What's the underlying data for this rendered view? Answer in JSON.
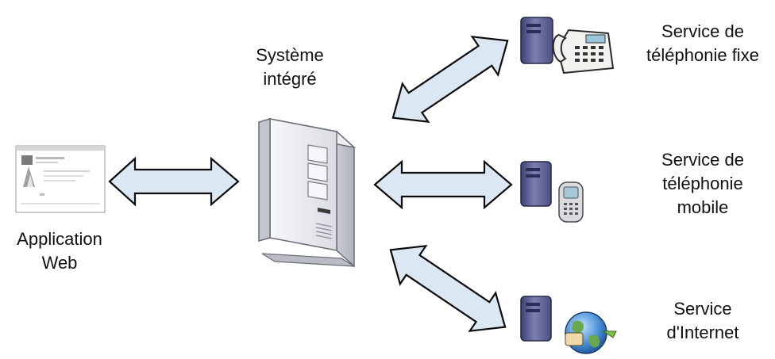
{
  "central_system": {
    "line1": "Système",
    "line2": "intégré"
  },
  "web_app": {
    "line1": "Application",
    "line2": "Web"
  },
  "services": {
    "fixed": {
      "line1": "Service de",
      "line2": "téléphonie fixe"
    },
    "mobile": {
      "line1": "Service de",
      "line2": "téléphonie",
      "line3": "mobile"
    },
    "internet": {
      "line1": "Service",
      "line2": "d'Internet"
    }
  },
  "colors": {
    "arrow_fill": "#dbe7f3",
    "arrow_stroke": "#0c0c0c",
    "server_body": "#eef0f3",
    "server_dark": "#5a5f8c",
    "text": "#111111"
  },
  "icons": {
    "central": "tower-server-icon",
    "web": "web-page-thumbnail-icon",
    "fixed": "server-desk-phone-icon",
    "mobile": "server-mobile-phone-icon",
    "internet": "server-globe-icon"
  }
}
